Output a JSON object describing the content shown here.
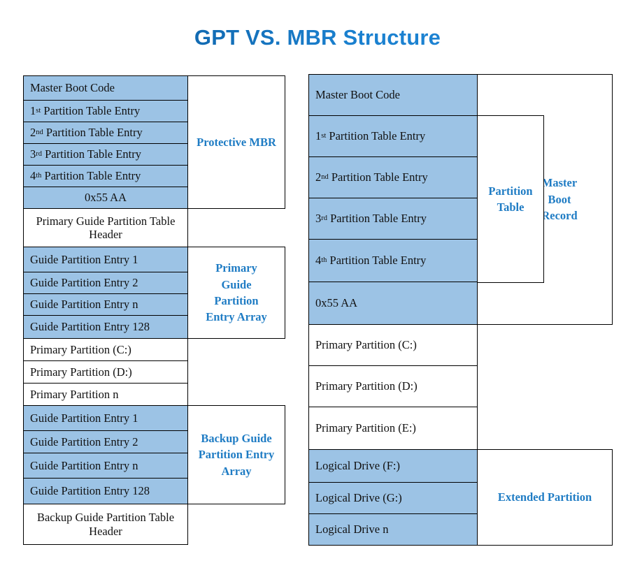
{
  "page": {
    "title": "GPT VS. MBR Structure",
    "title_color_start": "#0a5294",
    "title_color_end": "#1f87d8",
    "fill_color": "#9cc3e5",
    "label_color": "#1f7cc4",
    "background": "#ffffff"
  },
  "gpt": {
    "rows": [
      {
        "text": "Master Boot Code",
        "filled": true,
        "align": "left"
      },
      {
        "text": "1st Partition Table Entry",
        "filled": true,
        "align": "left",
        "ordinal": "st",
        "base": "1"
      },
      {
        "text": "2nd Partition Table Entry",
        "filled": true,
        "align": "left",
        "ordinal": "nd",
        "base": "2"
      },
      {
        "text": "3rd Partition Table Entry",
        "filled": true,
        "align": "left",
        "ordinal": "rd",
        "base": "3"
      },
      {
        "text": "4th Partition Table Entry",
        "filled": true,
        "align": "left",
        "ordinal": "th",
        "base": "4"
      },
      {
        "text": "0x55 AA",
        "filled": true,
        "align": "center"
      },
      {
        "text": "Primary Guide Partition Table Header",
        "filled": false,
        "align": "center"
      },
      {
        "text": "Guide Partition Entry 1",
        "filled": true,
        "align": "left"
      },
      {
        "text": "Guide Partition Entry 2",
        "filled": true,
        "align": "left"
      },
      {
        "text": "Guide Partition Entry n",
        "filled": true,
        "align": "left"
      },
      {
        "text": "Guide Partition Entry 128",
        "filled": true,
        "align": "left"
      },
      {
        "text": "Primary Partition (C:)",
        "filled": false,
        "align": "left"
      },
      {
        "text": "Primary Partition (D:)",
        "filled": false,
        "align": "left"
      },
      {
        "text": "Primary Partition n",
        "filled": false,
        "align": "left"
      },
      {
        "text": "Guide Partition Entry 1",
        "filled": true,
        "align": "left"
      },
      {
        "text": "Guide Partition Entry 2",
        "filled": true,
        "align": "left"
      },
      {
        "text": "Guide Partition Entry n",
        "filled": true,
        "align": "left"
      },
      {
        "text": "Guide Partition Entry 128",
        "filled": true,
        "align": "left"
      },
      {
        "text": "Backup Guide Partition Table Header",
        "filled": false,
        "align": "center"
      }
    ],
    "labels": [
      {
        "text": "Protective MBR",
        "spans_rows": "1-6"
      },
      {
        "text": "Primary Guide Partition Entry Array",
        "spans_rows": "8-11"
      },
      {
        "text": "Backup Guide Partition Entry Array",
        "spans_rows": "15-18"
      }
    ]
  },
  "mbr": {
    "rows": [
      {
        "text": "Master Boot Code",
        "filled": true,
        "align": "left"
      },
      {
        "text": "1st Partition Table Entry",
        "filled": true,
        "align": "left",
        "ordinal": "st",
        "base": "1"
      },
      {
        "text": "2nd Partition Table Entry",
        "filled": true,
        "align": "left",
        "ordinal": "nd",
        "base": "2"
      },
      {
        "text": "3rd Partition Table Entry",
        "filled": true,
        "align": "left",
        "ordinal": "rd",
        "base": "3"
      },
      {
        "text": "4th Partition Table Entry",
        "filled": true,
        "align": "left",
        "ordinal": "th",
        "base": "4"
      },
      {
        "text": "0x55 AA",
        "filled": true,
        "align": "left"
      },
      {
        "text": "Primary Partition (C:)",
        "filled": false,
        "align": "left"
      },
      {
        "text": "Primary Partition (D:)",
        "filled": false,
        "align": "left"
      },
      {
        "text": "Primary Partition (E:)",
        "filled": false,
        "align": "left"
      },
      {
        "text": "Logical Drive (F:)",
        "filled": true,
        "align": "left"
      },
      {
        "text": "Logical Drive (G:)",
        "filled": true,
        "align": "left"
      },
      {
        "text": "Logical Drive n",
        "filled": true,
        "align": "left"
      }
    ],
    "labels": [
      {
        "text": "Partition Table",
        "spans_rows": "2-5"
      },
      {
        "text": "Master Boot Record",
        "spans_rows": "1-6"
      },
      {
        "text": "Extended Partition",
        "spans_rows": "10-12"
      }
    ]
  }
}
